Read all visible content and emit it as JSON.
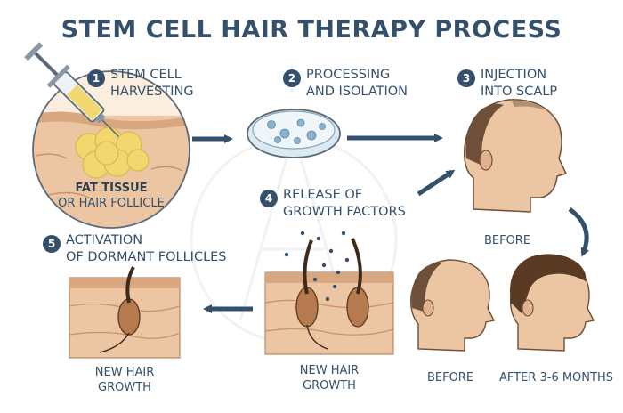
{
  "title": "STEM CELL HAIR THERAPY PROCESS",
  "steps": [
    {
      "number": "1",
      "label": "STEM CELL\nHARVESTING"
    },
    {
      "number": "2",
      "label": "PROCESSING\nAND ISOLATION"
    },
    {
      "number": "3",
      "label": "INJECTION\nINTO SCALP"
    },
    {
      "number": "4",
      "label": "RELEASE OF\nGROWTH FACTORS"
    },
    {
      "number": "5",
      "label": "ACTIVATION\nOF DORMANT FOLLICLES"
    }
  ],
  "captions": {
    "source_line1": "FAT TISSUE",
    "source_line2": "OR HAIR FOLLICLE",
    "before_top": "BEFORE",
    "before_bottom": "BEFORE",
    "after": "AFTER 3-6 MONTHS",
    "growth_center": "NEW HAIR\nGROWTH",
    "growth_left": "NEW HAIR\nGROWTH"
  },
  "colors": {
    "primary": "#34506b",
    "skin": "#ecc6a3",
    "fat": "#f2d670",
    "hair": "#5a3a22",
    "dish": "#cfe3f0"
  },
  "icons": [
    "syringe-icon",
    "petri-dish-icon",
    "arrow-right-icon",
    "arrow-left-icon",
    "arrow-diagonal-icon",
    "curved-arrow-icon"
  ]
}
